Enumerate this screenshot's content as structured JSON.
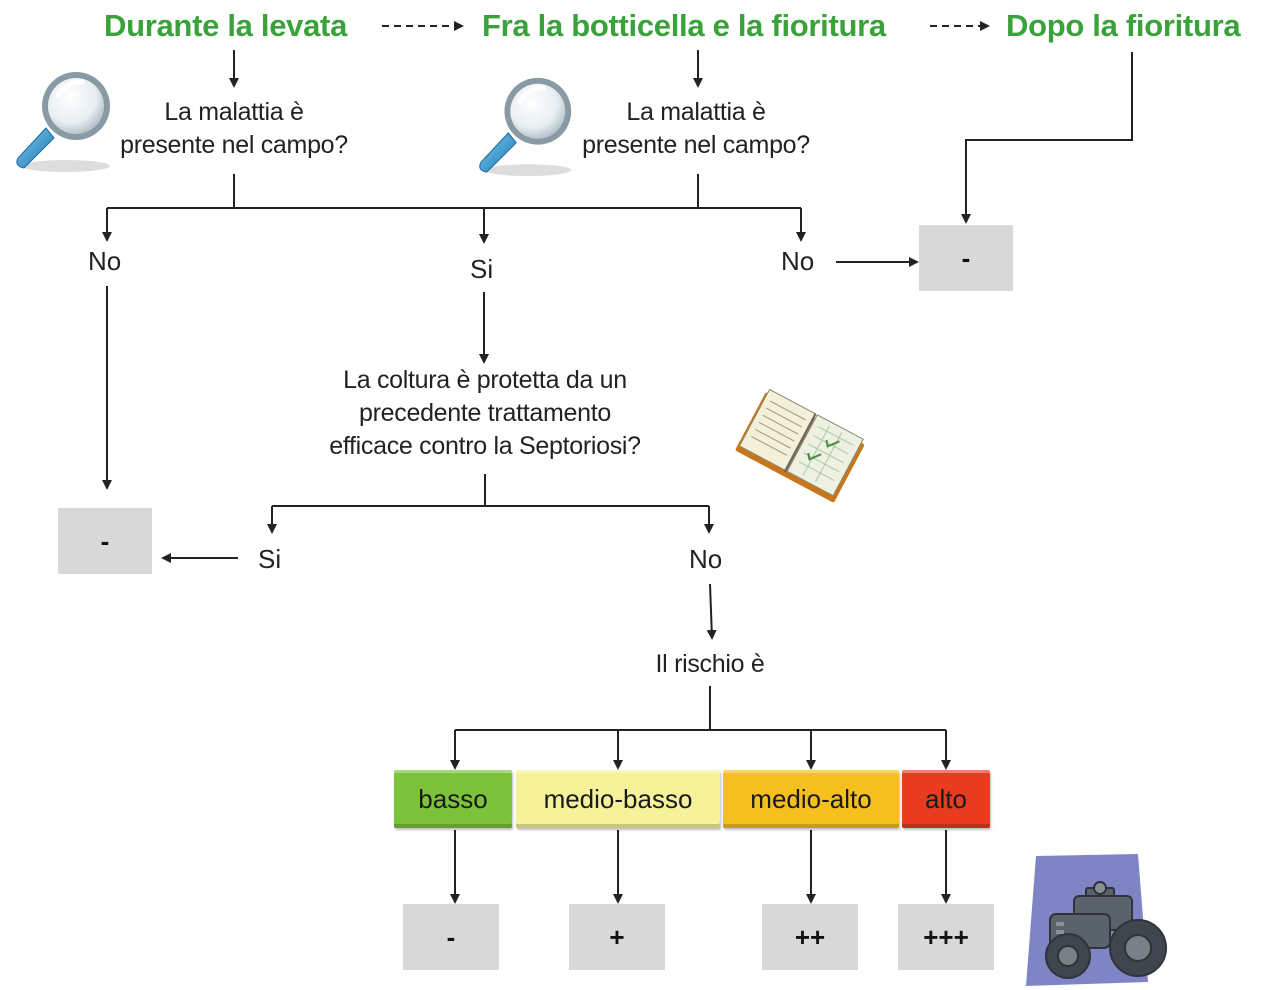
{
  "stages": {
    "s1": "Durante la levata",
    "s2": "Fra la botticella e la fioritura",
    "s3": "Dopo la fioritura"
  },
  "questions": {
    "presence_1": [
      "La malattia è",
      "presente nel campo?"
    ],
    "presence_2": [
      "La malattia è",
      "presente nel campo?"
    ],
    "protected": [
      "La coltura è protetta da un",
      "precedente trattamento",
      "efficace contro la Septoriosi?"
    ],
    "risk": "Il rischio è"
  },
  "answers": {
    "no_left": "No",
    "si_center": "Si",
    "no_right": "No",
    "si_protected": "Si",
    "no_protected": "No"
  },
  "outcomes": {
    "after_flowering": "-",
    "protected": "-",
    "basso": "-",
    "medio_basso": "+",
    "medio_alto": "++",
    "alto": "+++"
  },
  "risk_levels": [
    {
      "label": "basso",
      "color": "#7cc23a"
    },
    {
      "label": "medio-basso",
      "color": "#f6f29a"
    },
    {
      "label": "medio-alto",
      "color": "#f5bf1d"
    },
    {
      "label": "alto",
      "color": "#e83b1f"
    }
  ],
  "colors": {
    "stage_text": "#3aa23a",
    "outcome_box": "#d8d8d8",
    "line": "#222222"
  },
  "icons": [
    "magnifier-icon",
    "magnifier-icon",
    "notebook-icon",
    "tractor-icon"
  ]
}
